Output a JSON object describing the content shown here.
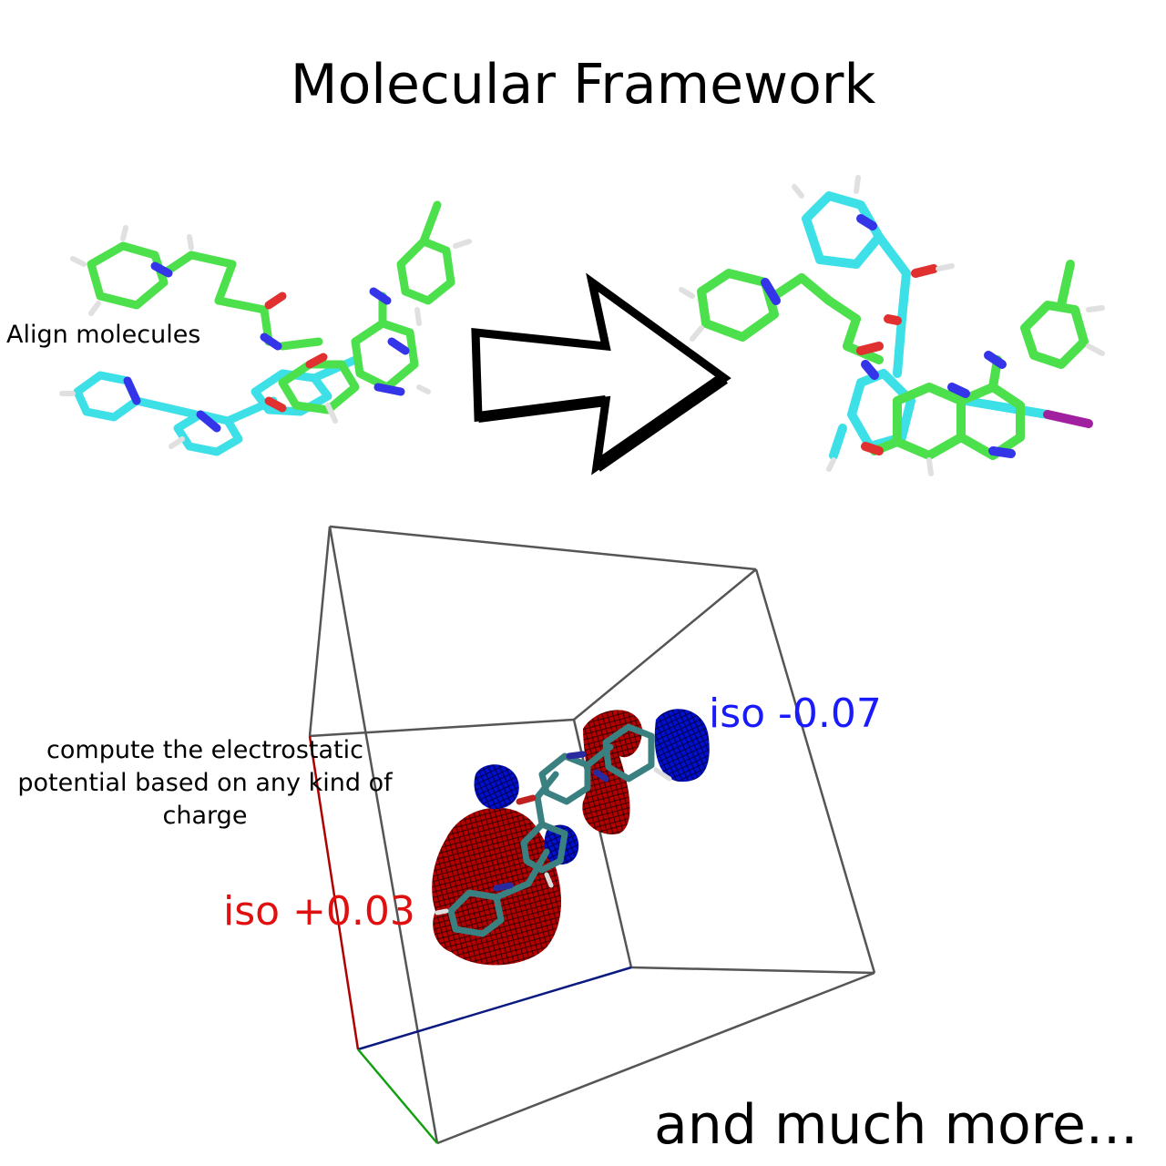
{
  "title": "Molecular Framework",
  "align_label": "Align molecules",
  "esp_label": "compute the electrostatic potential based on any kind of charge",
  "iso_negative_label": "iso -0.07",
  "iso_positive_label": "iso +0.03",
  "footer_label": "and much more...",
  "colors": {
    "carbon_green": "#4ce04c",
    "carbon_cyan": "#3ee0e8",
    "nitrogen": "#3434e8",
    "oxygen": "#e03030",
    "hydrogen": "#e0e0e0",
    "iodine": "#a020a0",
    "iso_negative": "#0000cc",
    "iso_positive": "#cc0000"
  }
}
